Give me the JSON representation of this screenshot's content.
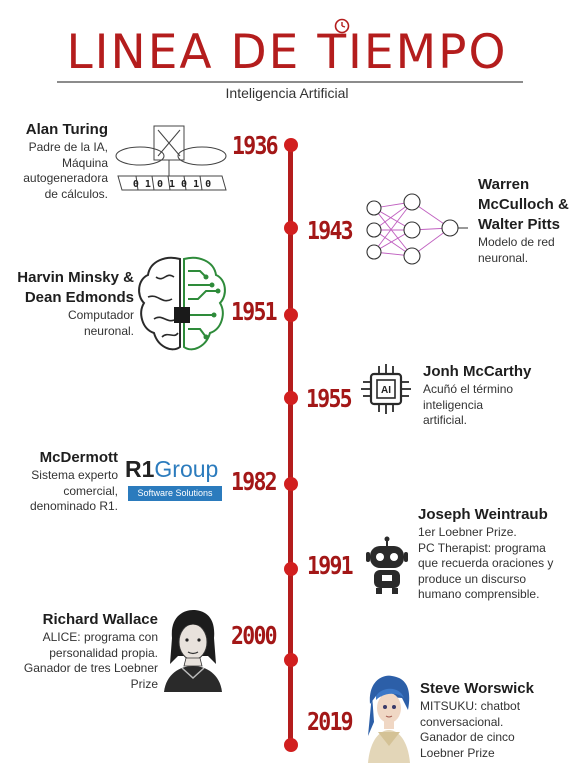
{
  "header": {
    "title": "LINEA DE TIEMPO",
    "subtitle": "Inteligencia Artificial"
  },
  "colors": {
    "accent": "#b41d1d",
    "dot": "#d11f1f",
    "text": "#2b2b2b"
  },
  "events": [
    {
      "year": "1936",
      "name": [
        "Alan Turing"
      ],
      "desc": [
        "Padre de la IA,",
        "Máquina",
        "autogeneradora",
        "de cálculos."
      ],
      "icon": "turing-machine-icon"
    },
    {
      "year": "1943",
      "name": [
        "Warren",
        "McCulloch &",
        "Walter Pitts"
      ],
      "desc": [
        "Modelo de red",
        "neuronal."
      ],
      "icon": "neural-network-icon"
    },
    {
      "year": "1951",
      "name": [
        "Harvin Minsky &",
        "Dean Edmonds"
      ],
      "desc": [
        "Computador",
        "neuronal."
      ],
      "icon": "circuit-brain-icon"
    },
    {
      "year": "1955",
      "name": [
        "Jonh McCarthy"
      ],
      "desc": [
        "Acuñó el término",
        "inteligencia",
        "artificial."
      ],
      "icon": "ai-chip-icon"
    },
    {
      "year": "1982",
      "name": [
        "McDermott"
      ],
      "desc": [
        "Sistema experto",
        "comercial,",
        "denominado R1."
      ],
      "icon": "r1-group-logo"
    },
    {
      "year": "1991",
      "name": [
        "Joseph Weintraub"
      ],
      "desc": [
        "1er Loebner Prize.",
        "PC Therapist: programa",
        "que recuerda oraciones y",
        "produce un discurso",
        "humano comprensible."
      ],
      "icon": "robot-icon"
    },
    {
      "year": "2000",
      "name": [
        "Richard Wallace"
      ],
      "desc": [
        "ALICE: programa con",
        "personalidad propia.",
        "Ganador de tres Loebner",
        "Prize"
      ],
      "icon": "alice-portrait"
    },
    {
      "year": "2019",
      "name": [
        "Steve Worswick"
      ],
      "desc": [
        "MITSUKU: chatbot",
        "conversacional.",
        "Ganador de cinco",
        "Loebner Prize"
      ],
      "icon": "mitsuku-avatar"
    }
  ],
  "logo": {
    "r1": "R1",
    "group": "Group",
    "tagline": "Software Solutions"
  },
  "chip_label": "AI",
  "turing_tape": "0 1 0 1 0 1 0"
}
